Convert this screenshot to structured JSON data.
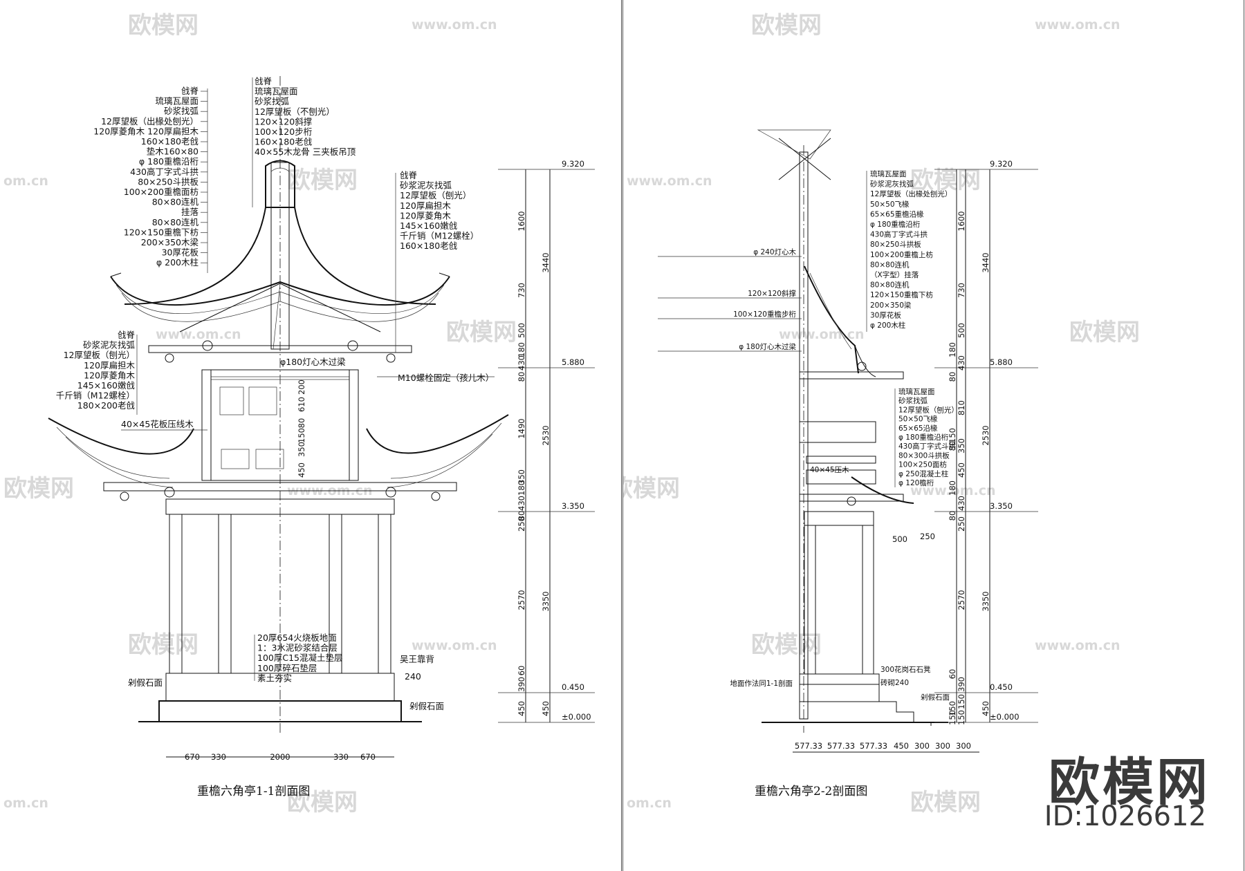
{
  "watermarks": {
    "brand": "欧模网",
    "url": "www.om.cn",
    "url_short": "om.cn"
  },
  "brand": {
    "name": "欧模网",
    "id_label": "ID:1026612"
  },
  "left": {
    "title": "重檐六角亭1-1剖面图",
    "top_labels_left": [
      "戗脊",
      "琉璃瓦屋面",
      "砂浆找弧",
      "12厚望板（出椽处刨光）",
      "120厚菱角木 120厚扁担木",
      "160×180老戗",
      "垫木160×80",
      "φ 180重檐沿桁",
      "430高丁字式斗拱",
      "80×250斗拱板",
      "100×200重檐面枋",
      "80×80连机",
      "挂落",
      "80×80连机",
      "120×150重檐下枋",
      "200×350木梁",
      "30厚花板",
      "φ 200木柱"
    ],
    "top_labels_center": [
      "戗脊",
      "琉璃瓦屋面",
      "砂浆找弧",
      "12厚望板（不刨光）",
      "120×120斜撑",
      "100×120步桁",
      "160×180老戗",
      "40×55木龙骨 三夹板吊顶"
    ],
    "top_labels_right": [
      "戗脊",
      "砂浆泥灰找弧",
      "12厚望板（刨光）",
      "120厚扁担木",
      "120厚菱角木",
      "145×160嫩戗",
      "千斤销（M12螺栓）",
      "160×180老戗"
    ],
    "lower_labels_left": [
      "戗脊",
      "砂浆泥灰找弧",
      "12厚望板（刨光）",
      "120厚扁担木",
      "120厚菱角木",
      "145×160嫩戗",
      "千斤销（M12螺栓）",
      "180×200老戗"
    ],
    "middle_labels": {
      "beam": "φ180灯心木过梁",
      "bolt": "M10螺栓固定（孩儿木）",
      "panel": "40×45花板压线木"
    },
    "base_labels": [
      "20厚654火烧板地面",
      "1：3水泥砂浆结合层",
      "100厚C15混凝土垫层",
      "100厚碎石垫层",
      "素土夯实"
    ],
    "side_labels": {
      "wuwang": "吴王靠背",
      "stone_left": "剁假石面",
      "stone_right": "剁假石面",
      "dim240": "240"
    },
    "elevations": [
      "9.320",
      "5.880",
      "3.350",
      "0.450",
      "±0.000"
    ],
    "vdims_outer": [
      "3440",
      "2530",
      "3350",
      "450"
    ],
    "vdims_inner": [
      "1600",
      "730",
      "500",
      "180",
      "430",
      "80",
      "1490",
      "350",
      "180",
      "430",
      "80",
      "250",
      "2570",
      "60",
      "390",
      "450"
    ],
    "vdims_col": [
      "200",
      "610",
      "80",
      "150",
      "350",
      "450"
    ],
    "hdims": [
      "670",
      "330",
      "2000",
      "330",
      "670"
    ]
  },
  "right": {
    "title": "重檐六角亭2-2剖面图",
    "upper_labels": [
      "琉璃瓦屋面",
      "砂浆泥灰找弧",
      "12厚望板（出椽处刨光）",
      "50×50飞椽",
      "65×65重檐沿椽",
      "φ 180重檐沿桁",
      "430高丁字式斗拱",
      "80×250斗拱板",
      "100×200重檐上枋",
      "80×80连机",
      "（X字型）挂落",
      "80×80连机",
      "120×150重檐下枋",
      "200×350梁",
      "30厚花板",
      "φ 200木柱"
    ],
    "left_labels": [
      "φ 240灯心木",
      "120×120斜撑",
      "100×120重檐步桁",
      "φ 180灯心木过梁"
    ],
    "lower_labels": [
      "琉璃瓦屋面",
      "砂浆找弧",
      "12厚望板（刨光）",
      "50×50飞椽",
      "65×65沿椽",
      "φ 180重檐沿桁",
      "430高丁字式斗拱",
      "80×300斗拱板",
      "100×250面枋",
      "φ 250混凝土柱",
      "φ 120檐桁"
    ],
    "panel_label": "40×45压木",
    "base_labels": {
      "stone_base": "300花岗石石凳",
      "brick": "砖砌240",
      "floor_ref": "地面作法同1-1剖面",
      "stone_face": "剁假石面"
    },
    "small_dims": [
      "500",
      "250"
    ],
    "elevations": [
      "9.320",
      "5.880",
      "3.350",
      "0.450",
      "±0.000"
    ],
    "vdims_outer": [
      "3440",
      "2530",
      "3350",
      "450"
    ],
    "vdims_inner": [
      "1600",
      "730",
      "500",
      "180",
      "430",
      "80",
      "810",
      "150",
      "80",
      "350",
      "450",
      "180",
      "430",
      "80",
      "250",
      "2570",
      "60",
      "390",
      "150",
      "150",
      "150",
      "150"
    ],
    "hdims": [
      "577.33",
      "577.33",
      "577.33",
      "450",
      "300",
      "300",
      "300"
    ]
  }
}
